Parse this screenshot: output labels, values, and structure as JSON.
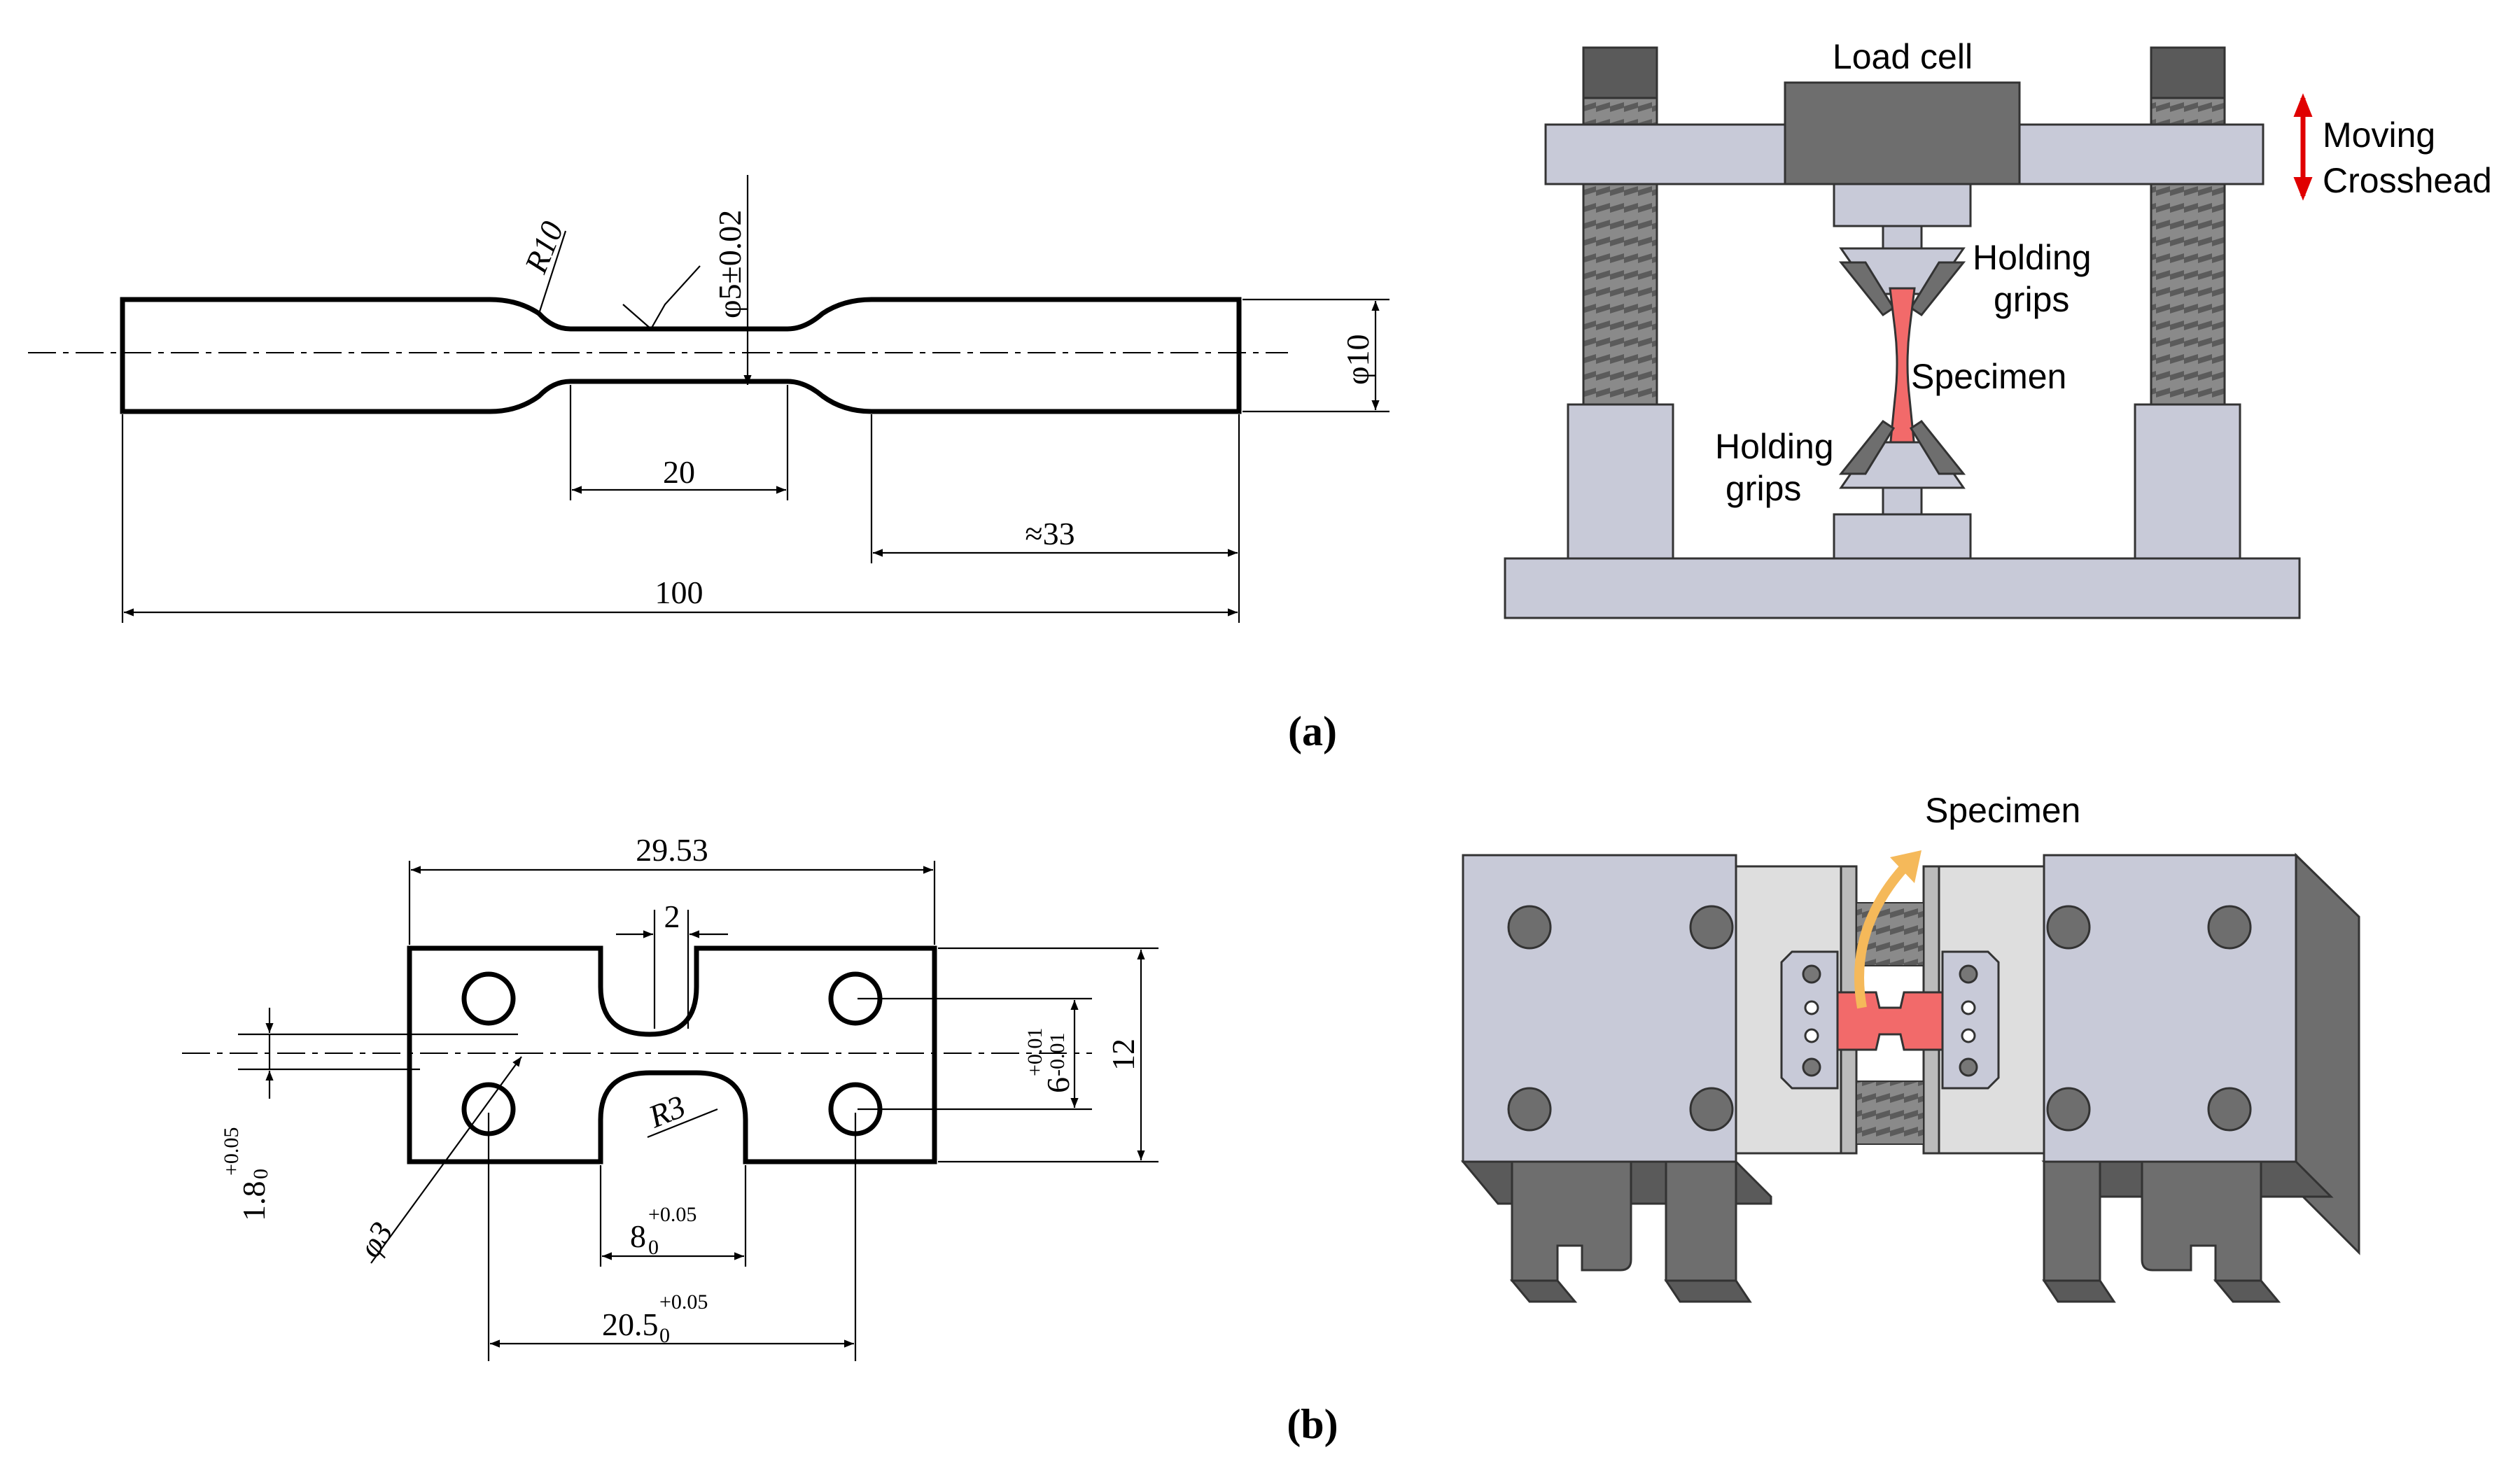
{
  "panel_a": {
    "label": "(a)",
    "drawing": {
      "radius": "R10",
      "diameter_gauge": "φ5±0.02",
      "diameter_end": "φ10",
      "gauge_length": "20",
      "grip_length": "≈33",
      "total_length": "100"
    },
    "machine": {
      "load_cell": "Load cell",
      "moving_line1": "Moving",
      "moving_line2": "Crosshead",
      "grips_upper_line1": "Holding",
      "grips_upper_line2": "grips",
      "specimen": "Specimen",
      "grips_lower_line1": "Holding",
      "grips_lower_line2": "grips"
    }
  },
  "panel_b": {
    "label": "(b)",
    "drawing": {
      "width_total": "29.53",
      "notch_width": "2",
      "height": "12",
      "tol_upper_base": "6",
      "tol_upper_plus": "+0.01",
      "tol_upper_minus": "-0.01",
      "hole_offset_base": "1.8",
      "hole_offset_sub": "0",
      "hole_offset_plus": "+0.05",
      "radius": "R3",
      "hole_dia": "φ3",
      "gauge_base": "8",
      "gauge_sub": "0",
      "gauge_plus": "+0.05",
      "hole_spacing_base": "20.5",
      "hole_spacing_sub": "0",
      "hole_spacing_plus": "+0.05"
    },
    "fixture": {
      "specimen": "Specimen"
    }
  },
  "colors": {
    "specimen": "#f26a6a",
    "frame_gray": "#c8cad8",
    "dark_gray": "#6e6e6e",
    "arrow_red": "#e00000",
    "arrow_orange": "#f5b95a"
  }
}
